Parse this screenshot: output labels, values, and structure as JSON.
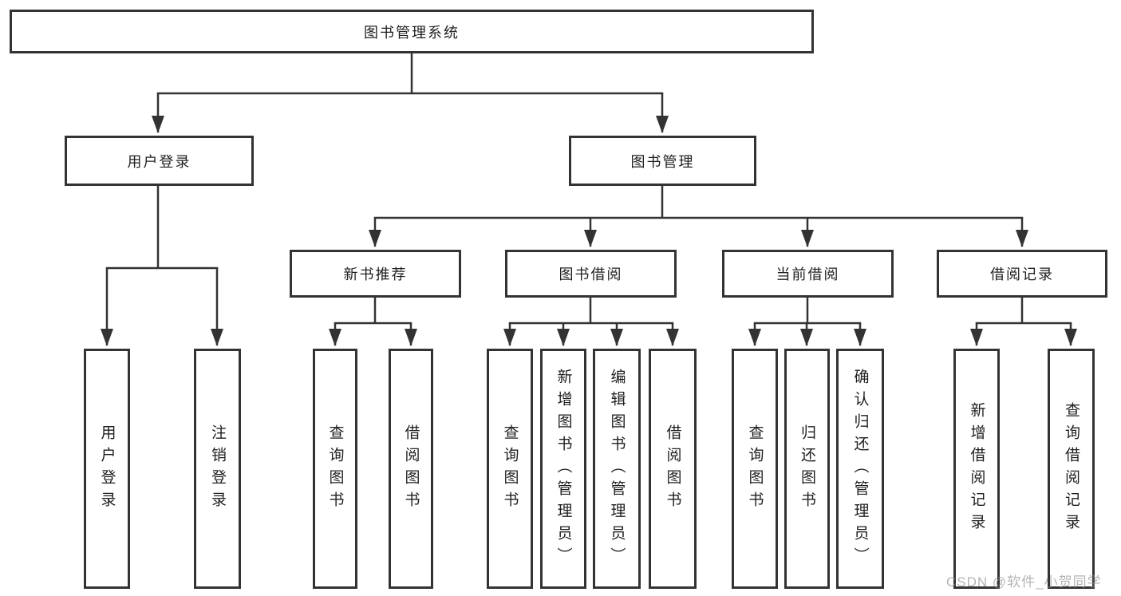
{
  "diagram": {
    "root": {
      "label": "图书管理系统"
    },
    "level2": {
      "user_login": {
        "label": "用户登录"
      },
      "book_mgmt": {
        "label": "图书管理"
      }
    },
    "level3": {
      "new_book": {
        "label": "新书推荐"
      },
      "book_borrow": {
        "label": "图书借阅"
      },
      "current_borrow": {
        "label": "当前借阅"
      },
      "borrow_records": {
        "label": "借阅记录"
      }
    },
    "leaves": {
      "user_login": [
        "用户登录",
        "注销登录"
      ],
      "new_book": [
        "查询图书",
        "借阅图书"
      ],
      "book_borrow": [
        "查询图书",
        "新增图书（管理员）",
        "编辑图书（管理员）",
        "借阅图书"
      ],
      "current_borrow": [
        "查询图书",
        "归还图书",
        "确认归还（管理员）"
      ],
      "borrow_records": [
        "新增借阅记录",
        "查询借阅记录"
      ]
    }
  },
  "watermark": {
    "text": "CSDN @软件_小贺同学"
  },
  "colors": {
    "line": "#333333",
    "box_border": "#333333",
    "text": "#1f1f1f",
    "watermark": "#8c8c8c",
    "background": "#ffffff"
  }
}
